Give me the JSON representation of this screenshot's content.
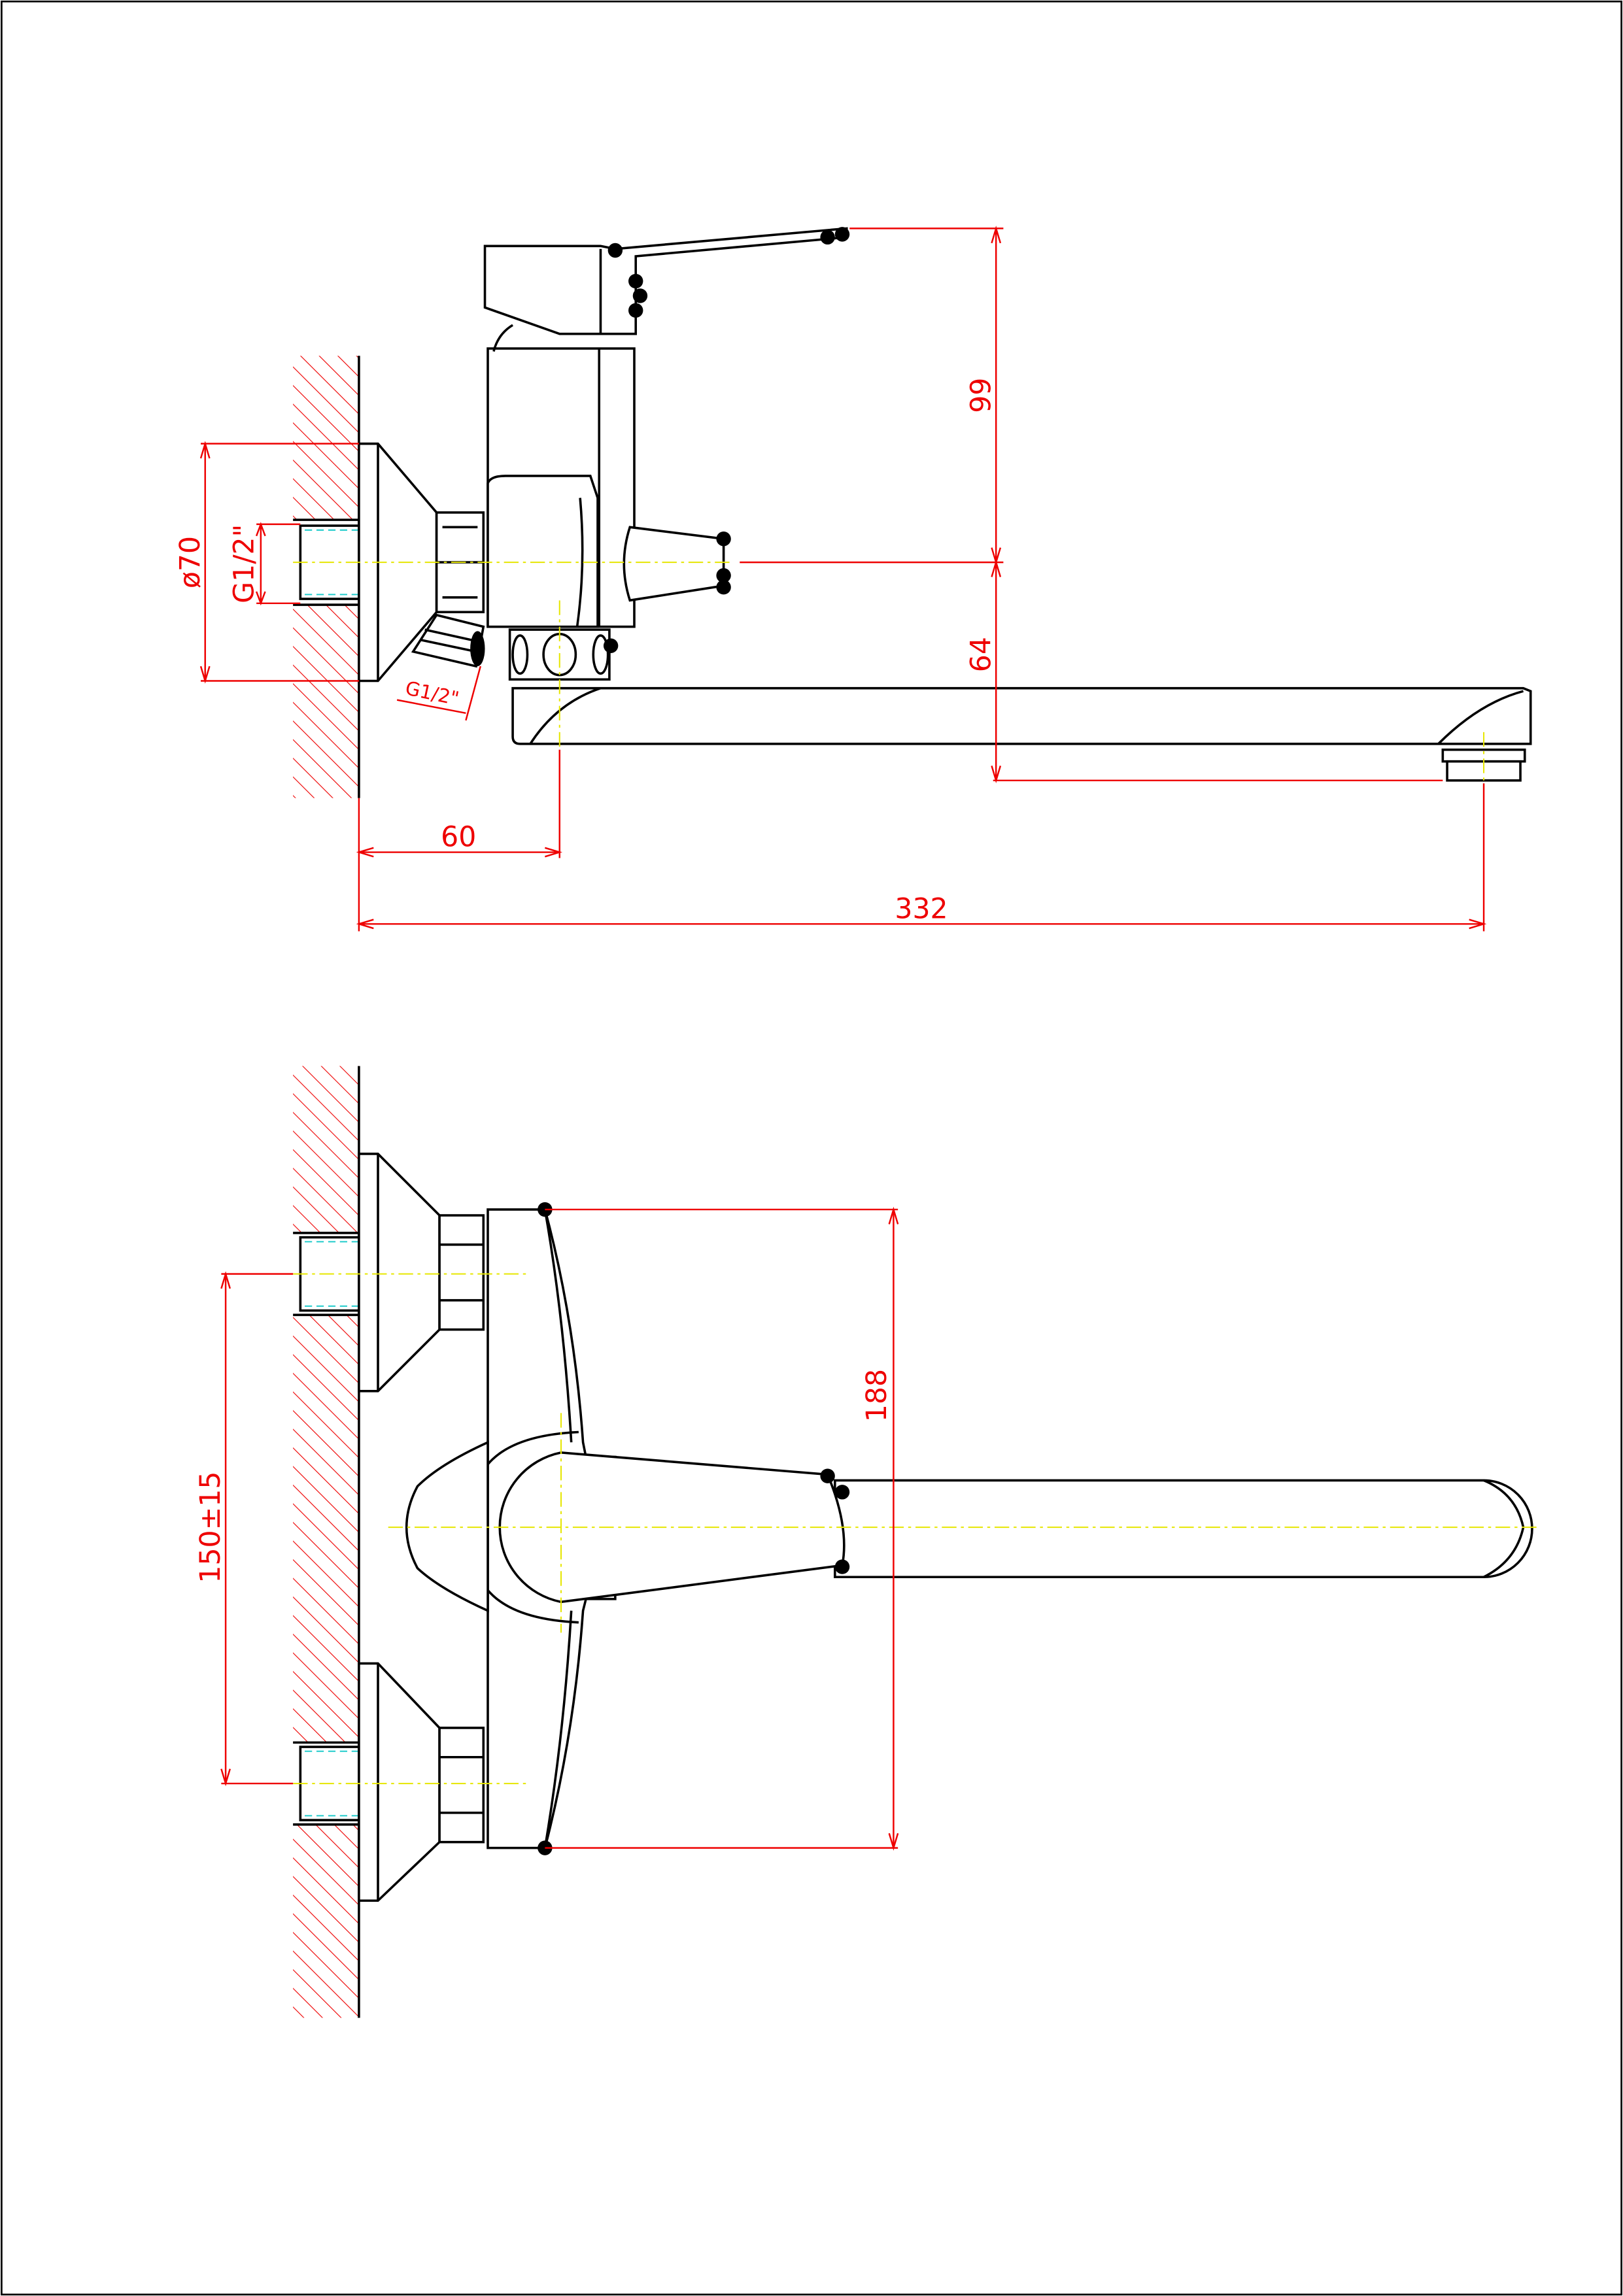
{
  "drawing": {
    "side_view": {
      "dim_height_upper": "99",
      "dim_height_lower": "64",
      "dim_flange_diameter": "ø70",
      "dim_wall_thread": "G1/2\"",
      "dim_outlet_thread": "G1/2\"",
      "dim_wall_to_body": "60",
      "dim_total_reach": "332"
    },
    "top_view": {
      "dim_body_length": "188",
      "dim_inlet_spacing": "150±15"
    },
    "colors": {
      "outline": "#000000",
      "dimension": "#ee0000",
      "centerline": "#e6e600",
      "thread": "#22cccc"
    }
  }
}
